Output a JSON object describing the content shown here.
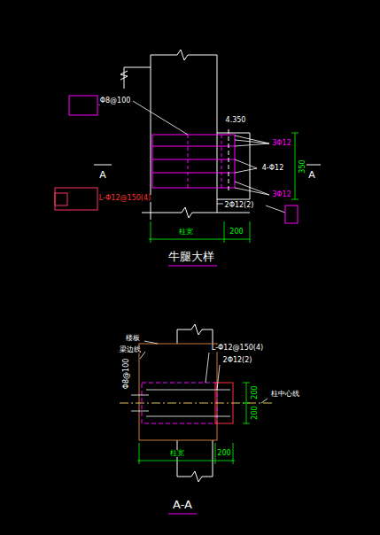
{
  "diagram": {
    "labels": [
      "Φ8@100",
      "4.350",
      "3Φ12",
      "4-Φ12",
      "3Φ12",
      "2Φ12(2)",
      "350",
      "A",
      "A",
      "L-Φ12@150(4)",
      "柱宽",
      "200",
      "牛腿大样",
      "楼板",
      "梁边线",
      "Φ8@100",
      "L-Φ12@150(4)",
      "2Φ12(2)",
      "200",
      "200",
      "柱中心线",
      "柱宽",
      "200",
      "A-A"
    ]
  }
}
